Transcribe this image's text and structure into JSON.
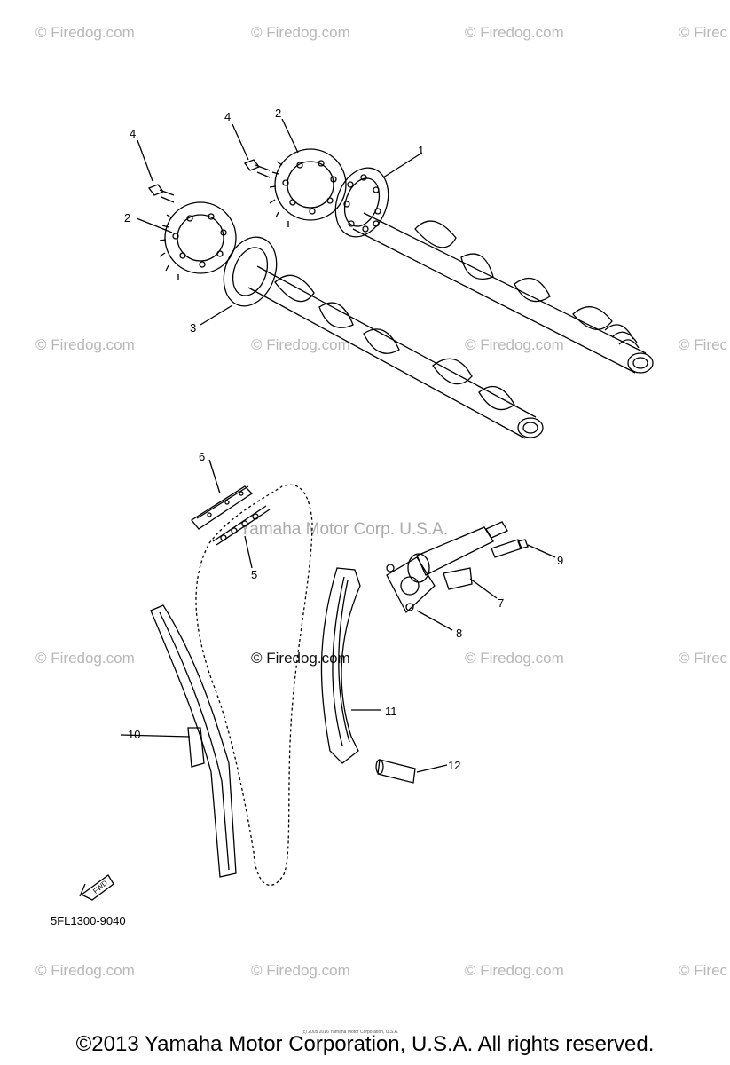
{
  "watermarks": {
    "text": "© Firedog.com",
    "cut_text": "© Firec",
    "center_text": "© Firedog.com",
    "corporate_text": "Yamaha Motor Corp. U.S.A."
  },
  "callouts": [
    "1",
    "2",
    "2",
    "3",
    "4",
    "4",
    "5",
    "6",
    "7",
    "8",
    "9",
    "10",
    "11",
    "12"
  ],
  "fwd_label": "FWD",
  "diagram_code": "5FL1300-9040",
  "tiny_note": "(c) 2005 2016 Yamaha Motor Corporation, U.S.A.",
  "copyright": "©2013 Yamaha Motor Corporation, U.S.A. All rights reserved."
}
